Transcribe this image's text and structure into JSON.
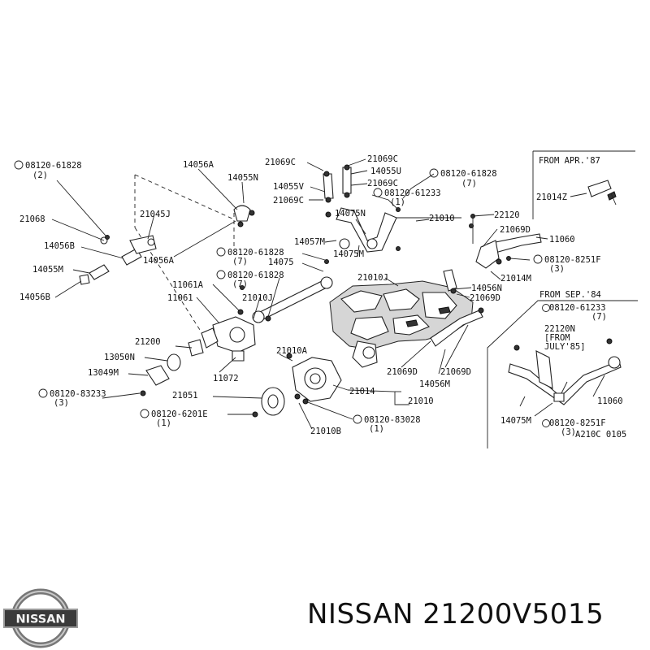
{
  "callouts": {
    "c_b_61828_l": "08120-61828",
    "c_b_61828_l_q": "(2)",
    "c_14056a_top": "14056A",
    "c_14055n_top": "14055N",
    "c_21069c_a": "21069C",
    "c_14055v": "14055V",
    "c_21069c_b": "21069C",
    "c_21069c_r": "21069C",
    "c_14055u": "14055U",
    "c_21069c_r2": "21069C",
    "c_b_61828_r": "08120-61828",
    "c_b_61828_r_q": "(7)",
    "c_b_61233": "08120-61233",
    "c_b_61233_q": "(1)",
    "c_21068": "21068",
    "c_21045j": "21045J",
    "c_14075n": "14075N",
    "c_21010_mid": "21010",
    "c_22120": "22120",
    "c_21069d_r": "21069D",
    "c_11060_r": "11060",
    "c_14056b_a": "14056B",
    "c_14057m": "14057M",
    "c_14055m": "14055M",
    "c_b_61828_m": "08120-61828",
    "c_b_61828_m_q": "(7)",
    "c_14075": "14075",
    "c_14075m": "14075M",
    "c_14056a_mid": "14056A",
    "c_b_8251f_r": "08120-8251F",
    "c_b_8251f_r_q": "(3)",
    "c_14056b_b": "14056B",
    "c_11061a": "11061A",
    "c_b_61828_m2": "08120-61828",
    "c_b_61828_m2_q": "(7)",
    "c_21010j_a": "21010J",
    "c_21014m": "21014M",
    "c_14056n": "14056N",
    "c_21069d_m": "21069D",
    "c_11061": "11061",
    "c_21010j_b": "21010J",
    "c_21200": "21200",
    "c_21010a": "21010A",
    "c_13050n": "13050N",
    "c_13049m": "13049M",
    "c_11072": "11072",
    "c_21069d_b": "21069D",
    "c_14056m": "14056M",
    "c_21069d_b2": "21069D",
    "c_21014": "21014",
    "c_21010_b": "21010",
    "c_b_83233": "08120-83233",
    "c_b_83233_q": "(3)",
    "c_21051": "21051",
    "c_b_6201e": "08120-6201E",
    "c_b_6201e_q": "(1)",
    "c_h_83028": "08120-83028",
    "c_h_83028_q": "(1)",
    "c_21010b": "21010B"
  },
  "inset_apr87": {
    "label": "FROM APR.'87",
    "part": "21014Z"
  },
  "inset_sep84": {
    "label": "FROM SEP.'84",
    "bolt_a": "08120-61233",
    "bolt_a_q": "(7)",
    "note_a": "22120N",
    "note_b": "[FROM",
    "note_c": "JULY'85]",
    "part_11060": "11060",
    "part_14075m": "14075M",
    "bolt_b": "08120-8251F",
    "bolt_b_q": "(3)",
    "ref_code": "A210C 0105"
  },
  "brand": {
    "logo_text": "NISSAN",
    "caption": "NISSAN 21200V5015"
  }
}
